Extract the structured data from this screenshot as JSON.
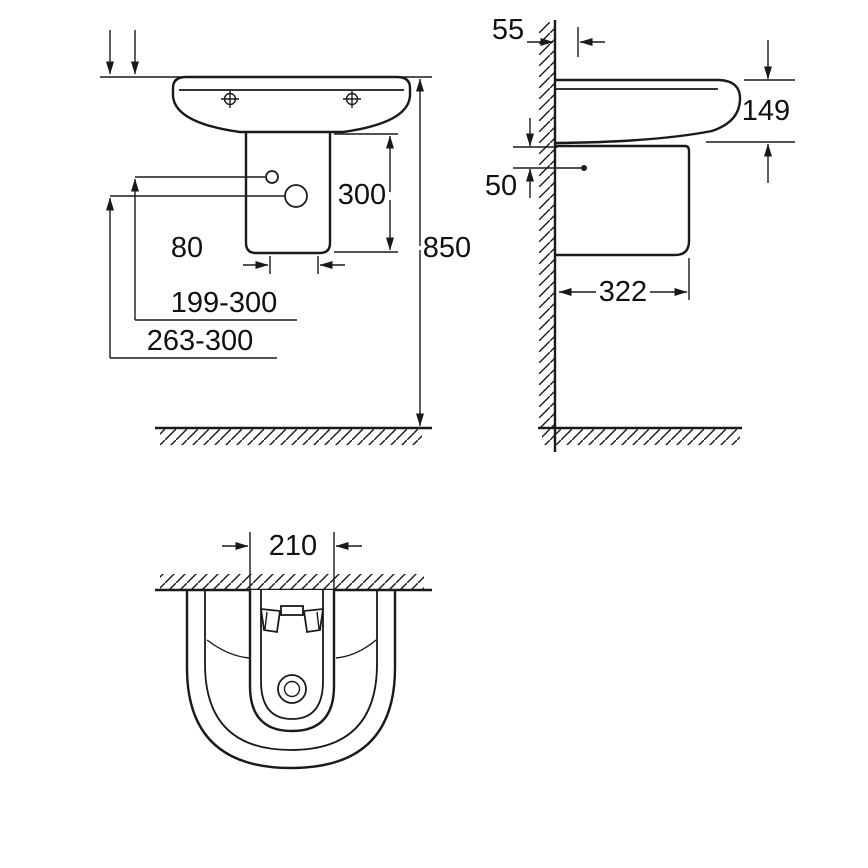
{
  "colors": {
    "line": "#1a1a1a",
    "background": "#ffffff"
  },
  "dims": {
    "front_300": "300",
    "front_850": "850",
    "front_80": "80",
    "front_199_300": "199-300",
    "front_263_300": "263-300",
    "side_55": "55",
    "side_149": "149",
    "side_50": "50",
    "side_322": "322",
    "bottom_210": "210"
  }
}
